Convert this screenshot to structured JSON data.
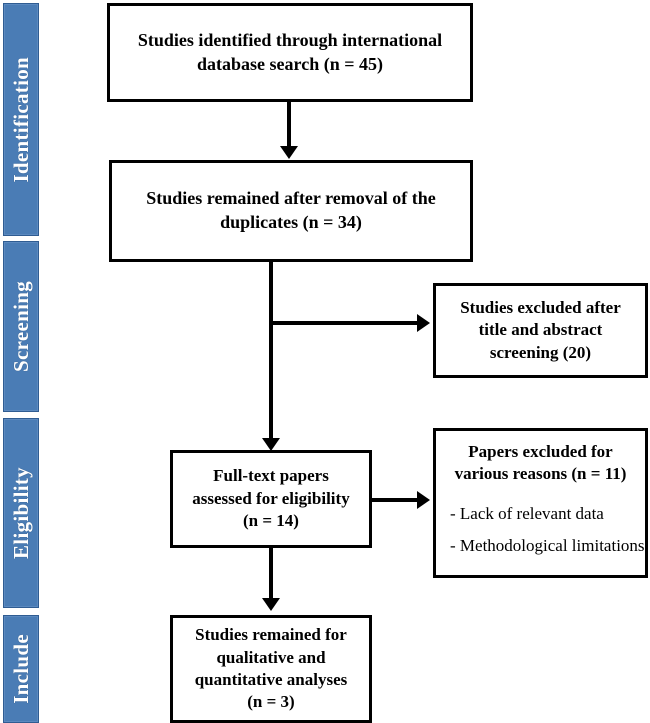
{
  "diagram": {
    "type": "prisma-flow-diagram",
    "stages": [
      {
        "id": "identification",
        "label": "Identification",
        "color": "#4a7cb5"
      },
      {
        "id": "screening",
        "label": "Screening",
        "color": "#4a7cb5"
      },
      {
        "id": "eligibility",
        "label": "Eligibility",
        "color": "#4a7cb5"
      },
      {
        "id": "include",
        "label": "Include",
        "color": "#4a7cb5"
      }
    ],
    "nodes": {
      "identified": {
        "text": "Studies identified through international\ndatabase search (n = 45)"
      },
      "deduped": {
        "text": "Studies remained after removal of the\nduplicates (n = 34)"
      },
      "excluded_ta": {
        "text": "Studies excluded after\ntitle and abstract\nscreening (20)"
      },
      "fulltext": {
        "text": "Full-text papers\nassessed for eligibility\n(n = 14)"
      },
      "excluded_ft": {
        "text": "Papers excluded for\nvarious reasons (n = 11)",
        "reasons": [
          "- Lack of relevant data",
          "- Methodological limitations"
        ]
      },
      "included": {
        "text": "Studies remained for\nqualitative and\nquantitative analyses\n(n = 3)"
      }
    }
  }
}
